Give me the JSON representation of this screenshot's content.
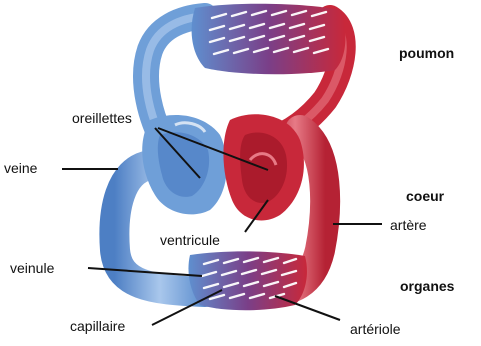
{
  "labels": {
    "poumon": "poumon",
    "coeur": "coeur",
    "organes": "organes",
    "oreillettes": "oreillettes",
    "veine": "veine",
    "ventricule": "ventricule",
    "artere": "artère",
    "veinule": "veinule",
    "capillaire": "capillaire",
    "arteriole": "artériole"
  },
  "colors": {
    "venous_blue": "#6f9fd8",
    "venous_blue_light": "#a9c7ec",
    "arterial_red": "#c8283a",
    "arterial_red_light": "#e77a86",
    "mixed_purple": "#7a3f88",
    "capillary_white": "#ffffff",
    "leader_line": "#111111"
  }
}
